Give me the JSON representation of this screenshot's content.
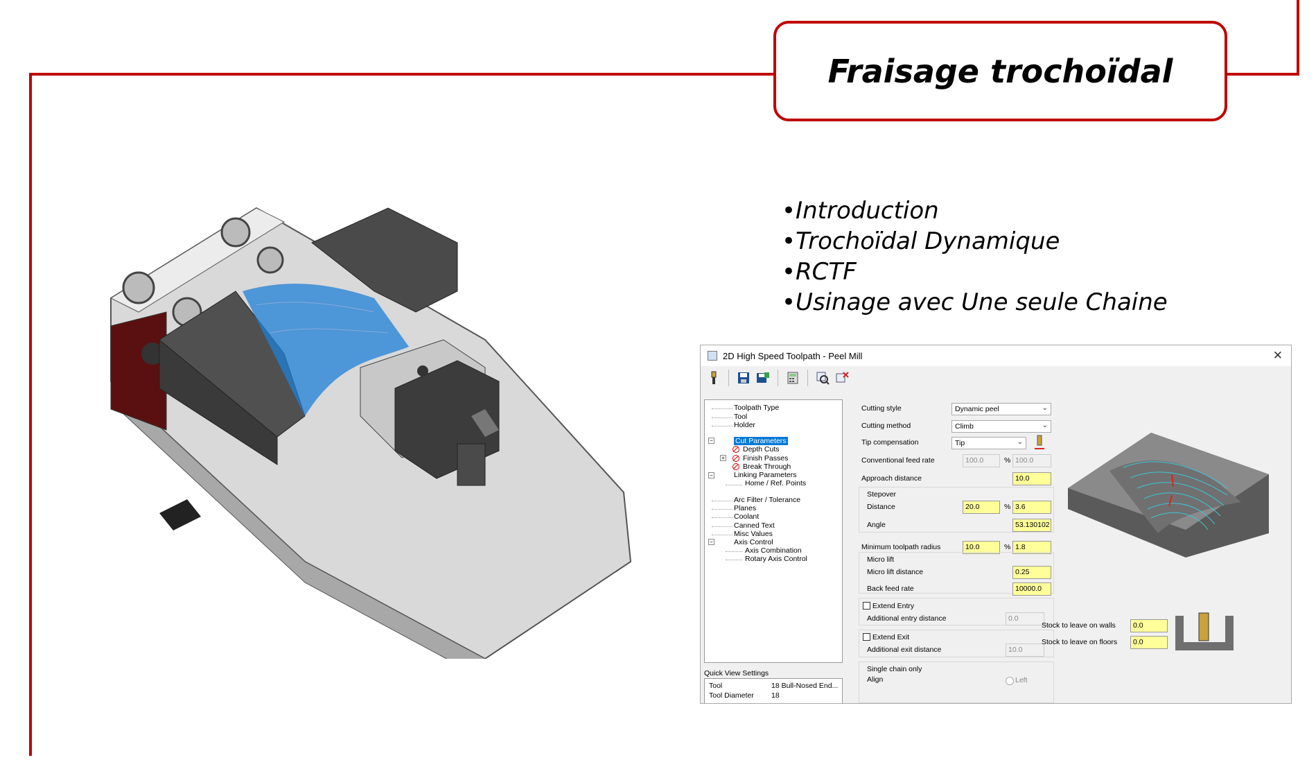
{
  "slide": {
    "title": "Fraisage trochoïdal",
    "bullets": [
      "•Introduction",
      "•Trochoïdal Dynamique",
      "•RCTF",
      "•Usinage avec Une seule Chaine"
    ],
    "accent_color": "#c00000"
  },
  "dialog": {
    "title": "2D High Speed Toolpath - Peel Mill",
    "close_icon": "close-icon",
    "toolbar_icons": [
      "tool-icon",
      "save-icon",
      "save-all-icon",
      "calculator-icon",
      "view-icon",
      "delete-icon"
    ],
    "tree": {
      "toolpath_type": "Toolpath Type",
      "tool": "Tool",
      "holder": "Holder",
      "cut_parameters": "Cut Parameters",
      "depth_cuts": "Depth Cuts",
      "finish_passes": "Finish Passes",
      "break_through": "Break Through",
      "linking_parameters": "Linking Parameters",
      "home_ref_points": "Home / Ref. Points",
      "arc_filter": "Arc Filter / Tolerance",
      "planes": "Planes",
      "coolant": "Coolant",
      "canned_text": "Canned Text",
      "misc_values": "Misc Values",
      "axis_control": "Axis Control",
      "axis_combination": "Axis Combination",
      "rotary_axis_control": "Rotary Axis Control"
    },
    "quick_view": {
      "title": "Quick View Settings",
      "rows": [
        {
          "label": "Tool",
          "value": "18 Bull-Nosed End..."
        },
        {
          "label": "Tool Diameter",
          "value": "18"
        }
      ]
    },
    "params": {
      "cutting_style_label": "Cutting style",
      "cutting_style_value": "Dynamic peel",
      "cutting_method_label": "Cutting method",
      "cutting_method_value": "Climb",
      "tip_comp_label": "Tip compensation",
      "tip_comp_value": "Tip",
      "conv_feed_label": "Conventional feed rate",
      "conv_feed_value1": "100.0",
      "conv_feed_value2": "100.0",
      "approach_label": "Approach distance",
      "approach_value": "10.0",
      "stepover_label": "Stepover",
      "distance_label": "Distance",
      "distance_value1": "20.0",
      "distance_value2": "3.6",
      "angle_label": "Angle",
      "angle_value": "53.130102",
      "min_radius_label": "Minimum toolpath radius",
      "min_radius_value1": "10.0",
      "min_radius_value2": "1.8",
      "micro_lift_label": "Micro lift",
      "micro_lift_distance_label": "Micro lift distance",
      "micro_lift_distance_value": "0.25",
      "back_feed_label": "Back feed rate",
      "back_feed_value": "10000.0",
      "extend_entry_label": "Extend Entry",
      "add_entry_label": "Additional entry distance",
      "add_entry_value": "0.0",
      "extend_exit_label": "Extend Exit",
      "add_exit_label": "Additional exit distance",
      "add_exit_value": "10.0",
      "single_chain_label": "Single chain only",
      "align_label": "Align",
      "left_label": "Left",
      "pct": "%",
      "stock_walls_label": "Stock to leave on walls",
      "stock_walls_value": "0.0",
      "stock_floors_label": "Stock to leave on floors",
      "stock_floors_value": "0.0"
    }
  }
}
